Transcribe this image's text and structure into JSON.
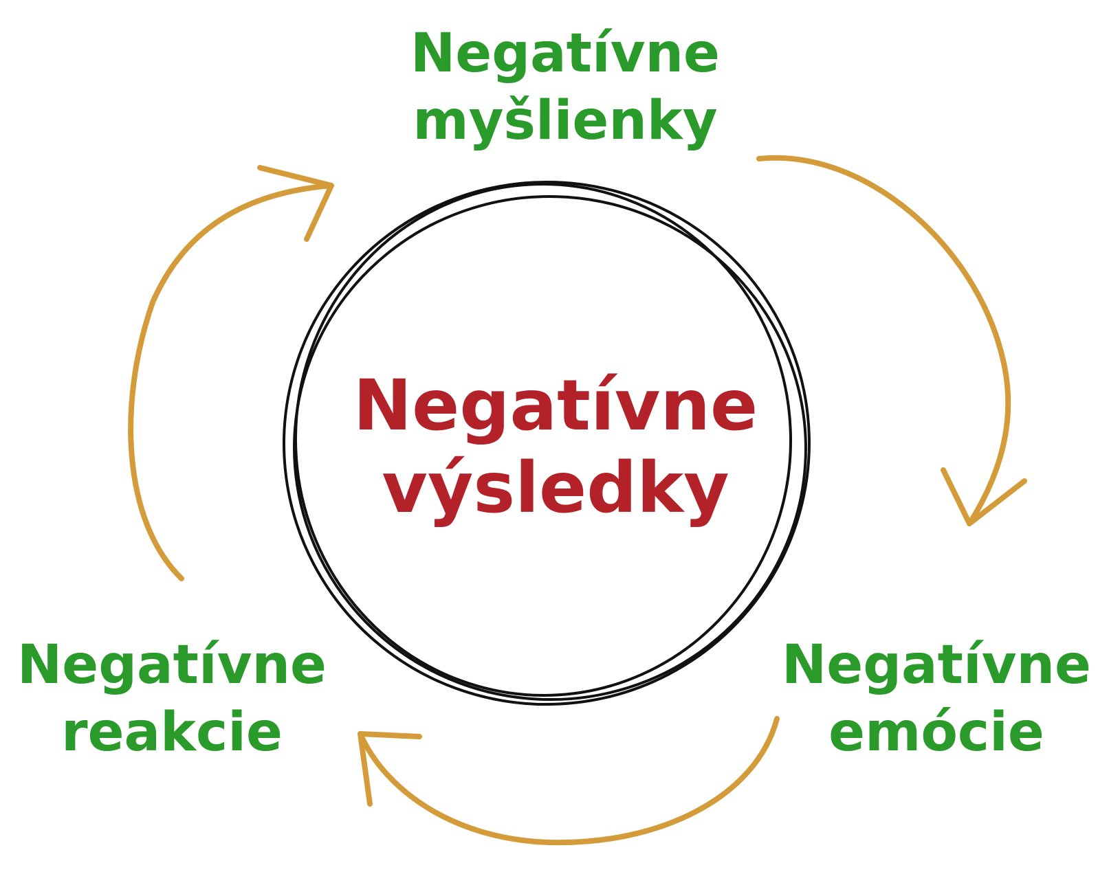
{
  "center": {
    "line1": "Negatívne",
    "line2": "výsledky"
  },
  "nodes": {
    "top": {
      "line1": "Negatívne",
      "line2": "myšlienky"
    },
    "right": {
      "line1": "Negatívne",
      "line2": "emócie"
    },
    "left": {
      "line1": "Negatívne",
      "line2": "reakcie"
    }
  },
  "colors": {
    "node_text": "#2a9a2a",
    "center_text": "#b32228",
    "arrow": "#d49b3a",
    "circle": "#111111"
  }
}
